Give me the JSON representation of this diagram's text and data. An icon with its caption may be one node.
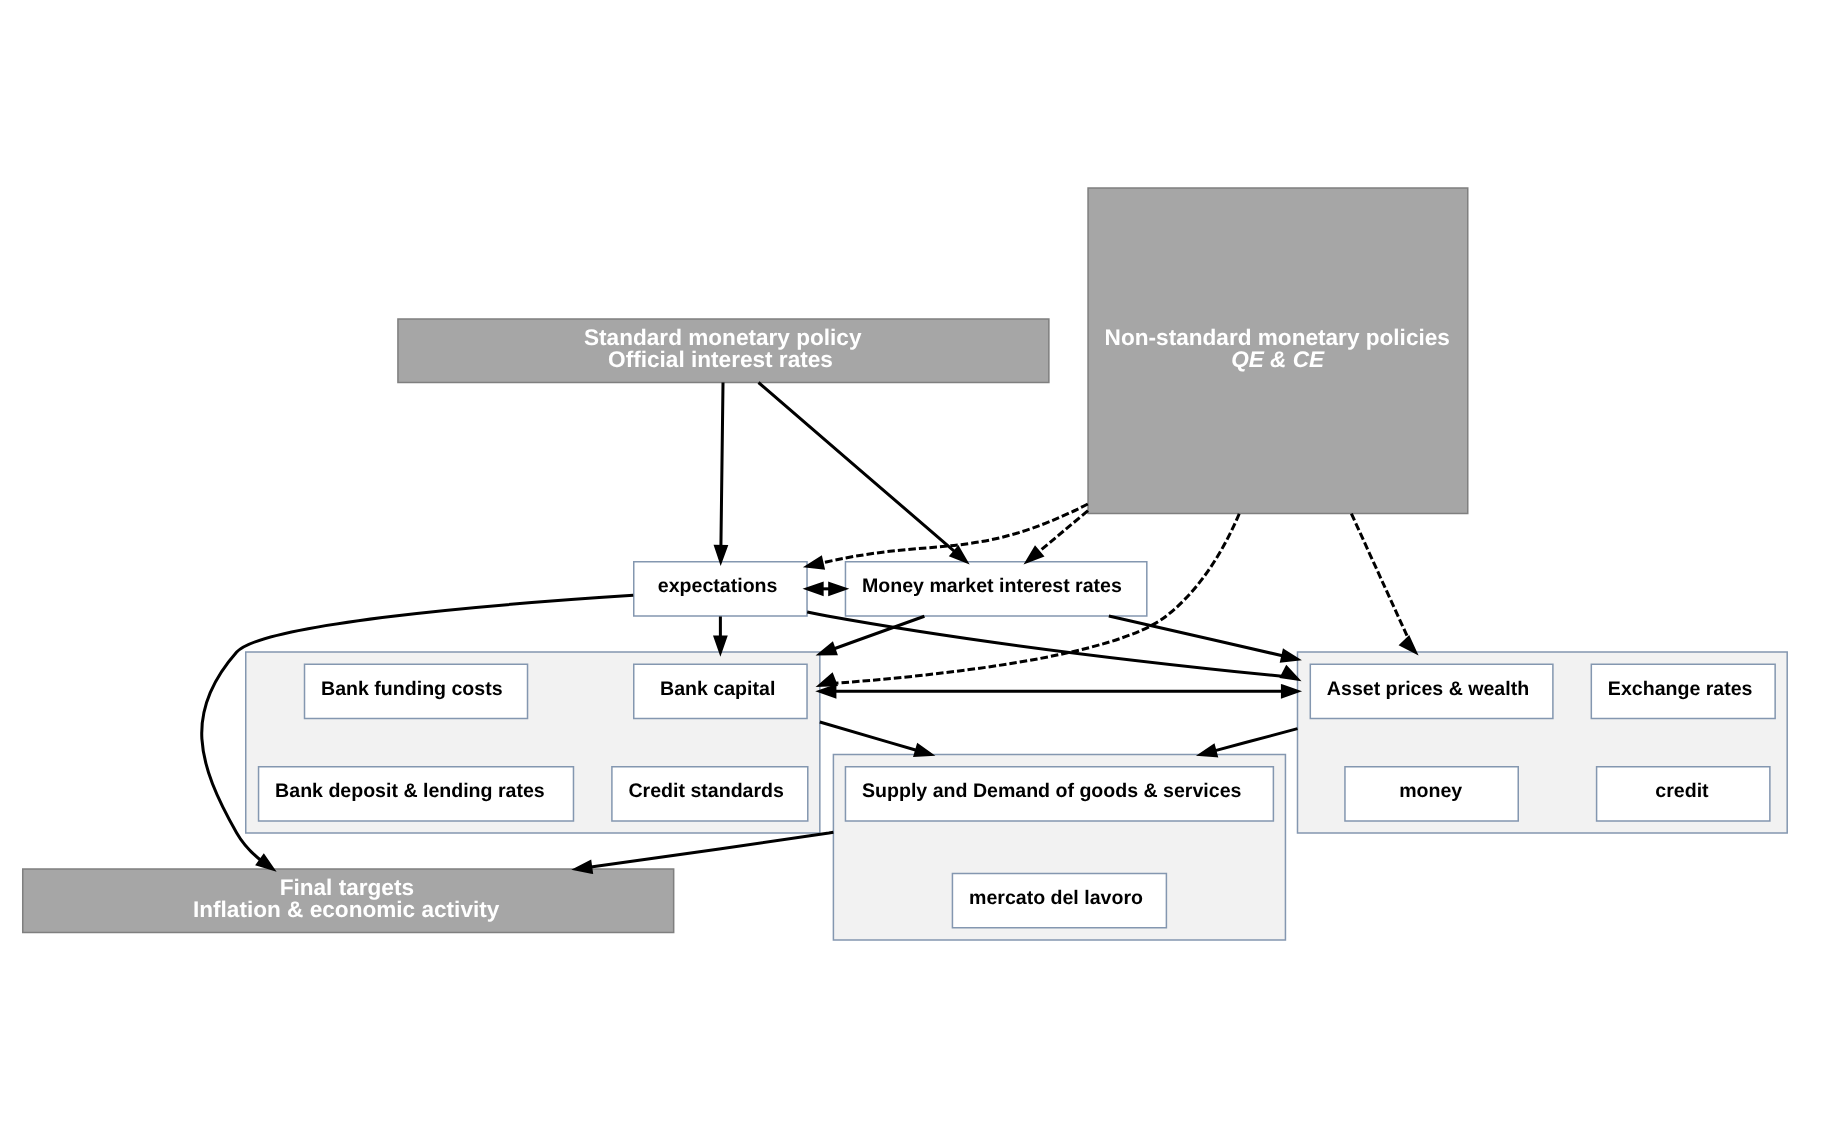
{
  "diagram": {
    "nodes": [
      {
        "text": [
          "Standard monetary policy",
          "Official interest rates"
        ]
      },
      {
        "text": [
          "expectations"
        ]
      },
      {
        "text": [
          "Money market interest rates"
        ]
      },
      {
        "text": [],
        "shape": "box"
      },
      {
        "text": [
          "Asset prices & wealth"
        ],
        "in": 3
      },
      {
        "text": [
          "Exchange rates"
        ],
        "in": 3
      },
      {
        "text": [
          "money"
        ],
        "in": 3
      },
      {
        "text": [
          "credit"
        ],
        "in": 3
      },
      {
        "text": [],
        "shape": "box"
      },
      {
        "text": [
          "Bank capital"
        ],
        "in": 8
      },
      {
        "text": [
          "Bank funding costs"
        ],
        "in": 8
      },
      {
        "text": [
          "Credit standards"
        ],
        "in": 8
      },
      {
        "text": [
          "Bank deposit & lending rates"
        ],
        "in": 8
      },
      {
        "text": [],
        "shape": "box"
      },
      {
        "text": [
          "Supply and Demand of goods & services"
        ],
        "in": 13
      },
      {
        "text": [
          "mercato del lavoro"
        ],
        "in": 13
      },
      {
        "text": [
          "Non-standard monetary policies",
          "QE & CE"
        ]
      },
      {
        "text": [
          "Final targets",
          "Inflation & economic activity"
        ]
      }
    ],
    "edges": [
      {
        "from": 0,
        "to": 1,
        "arrow": "to"
      },
      {
        "from": 0,
        "to": 2,
        "arrow": "to"
      },
      {
        "from": 16,
        "to": 1,
        "arrow": "to",
        "style": "dashed"
      },
      {
        "from": 16,
        "to": 2,
        "arrow": "to",
        "style": "dashed"
      },
      {
        "from": 1,
        "to": 2,
        "arrow": "both"
      },
      {
        "from": 1,
        "to": 3,
        "arrow": "to"
      },
      {
        "from": 1,
        "to": 8,
        "arrow": "to"
      },
      {
        "from": 2,
        "to": 3,
        "arrow": "to"
      },
      {
        "from": 2,
        "to": 8,
        "arrow": "to"
      },
      {
        "from": 3,
        "to": 8,
        "arrow": "both"
      },
      {
        "from": 16,
        "to": 8,
        "arrow": "to",
        "style": "dashed"
      },
      {
        "from": 16,
        "to": 3,
        "arrow": "to",
        "style": "dashed"
      },
      {
        "from": 3,
        "to": 13,
        "arrow": "to"
      },
      {
        "from": 8,
        "to": 13,
        "arrow": "to"
      },
      {
        "from": 13,
        "to": 17,
        "arrow": "to"
      },
      {
        "from": 1,
        "to": 17,
        "arrow": "to"
      }
    ]
  }
}
